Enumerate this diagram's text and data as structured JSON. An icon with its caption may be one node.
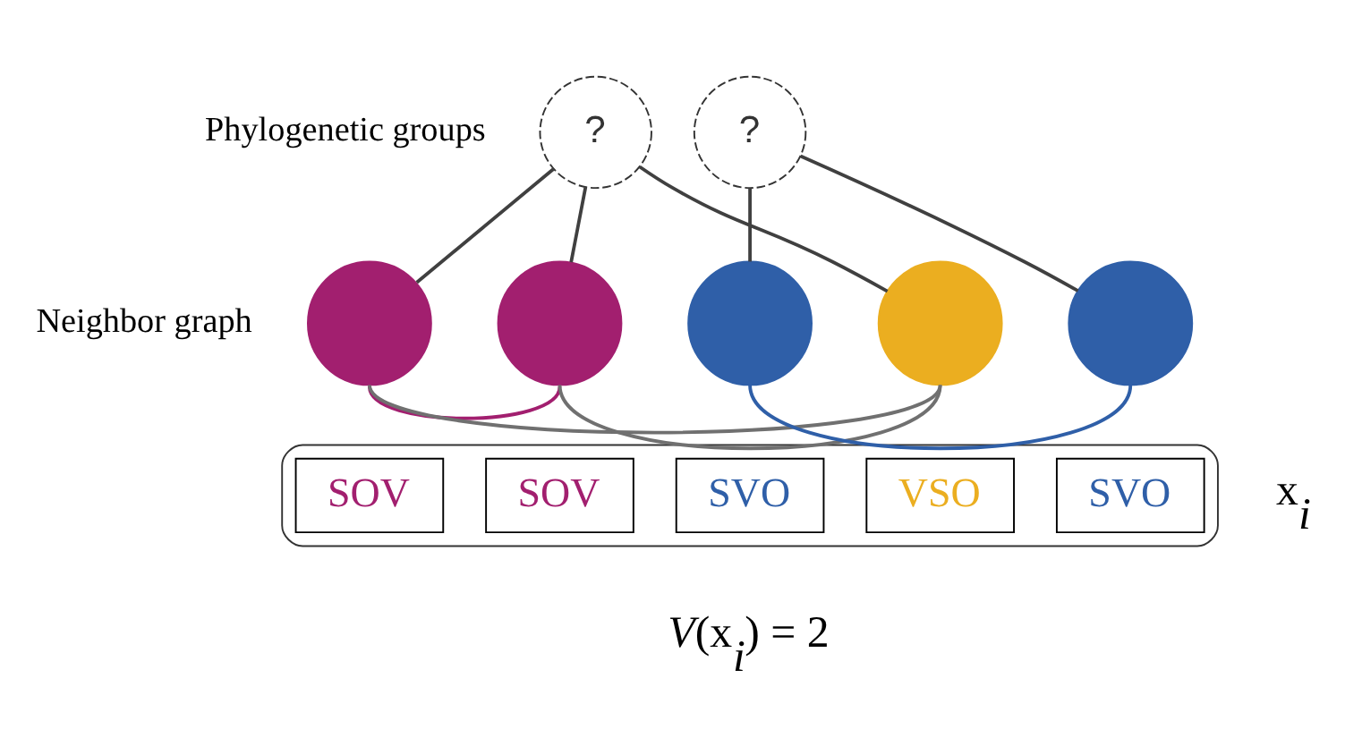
{
  "diagram": {
    "nodes": [
      {
        "text": [
          "?"
        ]
      },
      {
        "text": [
          "?"
        ]
      },
      {
        "text": [],
        "shape": "circle"
      },
      {
        "text": [],
        "shape": "circle"
      },
      {
        "text": [],
        "shape": "circle"
      },
      {
        "text": [],
        "shape": "circle"
      },
      {
        "text": [],
        "shape": "circle"
      },
      {
        "text": [],
        "shape": "box"
      },
      {
        "text": [
          "SOV"
        ],
        "in": 7
      },
      {
        "text": [
          "SOV"
        ],
        "in": 7
      },
      {
        "text": [
          "SVO"
        ],
        "in": 7
      },
      {
        "text": [
          "VSO"
        ],
        "in": 7
      },
      {
        "text": [
          "SVO"
        ],
        "in": 7
      }
    ],
    "edges": [
      {
        "from": 0,
        "to": 2,
        "arrow": "none"
      },
      {
        "from": 0,
        "to": 3,
        "arrow": "none"
      },
      {
        "from": 0,
        "to": 5,
        "arrow": "none"
      },
      {
        "from": 1,
        "to": 4,
        "arrow": "none"
      },
      {
        "from": 1,
        "to": 6,
        "arrow": "none"
      },
      {
        "from": 2,
        "to": 3,
        "arrow": "none",
        "color": "#a21f6f"
      },
      {
        "from": 3,
        "to": 5,
        "arrow": "none",
        "color": "#707070"
      },
      {
        "from": 4,
        "to": 6,
        "arrow": "none",
        "color": "#2f5fa8"
      },
      {
        "from": 2,
        "to": 5,
        "arrow": "none",
        "color": "#707070"
      }
    ],
    "labels": [
      "Phylogenetic groups",
      "Neighbor graph",
      "x$_{i}$",
      "*V*(x$_{i}$) = 2"
    ]
  }
}
